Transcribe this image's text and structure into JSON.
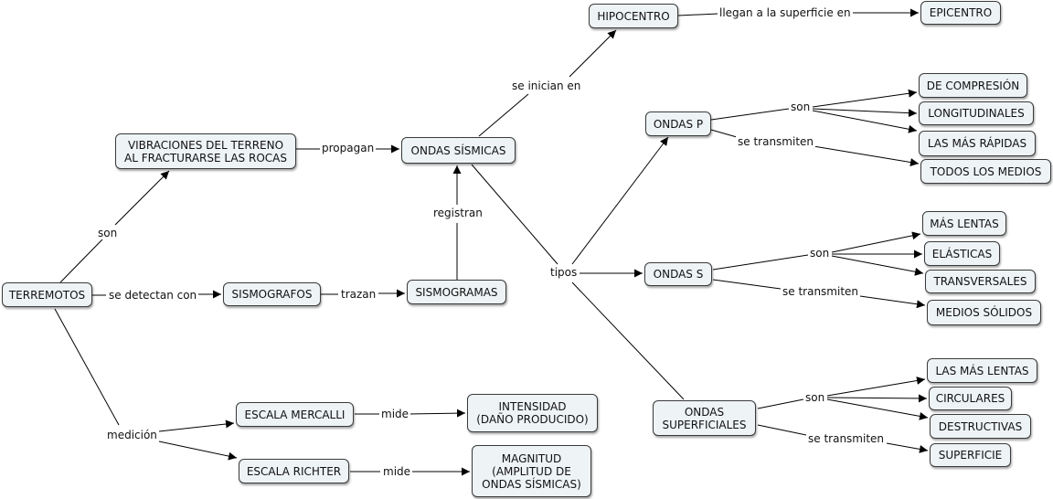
{
  "concepts": {
    "terremotos": "TERREMOTOS",
    "vibraciones": "VIBRACIONES DEL TERRENO\nAL FRACTURARSE LAS ROCAS",
    "ondas_sismicas": "ONDAS SÍSMICAS",
    "hipocentro": "HIPOCENTRO",
    "epicentro": "EPICENTRO",
    "sismografos": "SISMOGRAFOS",
    "sismogramas": "SISMOGRAMAS",
    "escala_mercalli": "ESCALA MERCALLI",
    "escala_richter": "ESCALA RICHTER",
    "intensidad": "INTENSIDAD\n(DAÑO PRODUCIDO)",
    "magnitud": "MAGNITUD\n(AMPLITUD DE\nONDAS SÍSMICAS)",
    "ondas_p": "ONDAS P",
    "ondas_s": "ONDAS S",
    "ondas_superficiales": "ONDAS\nSUPERFICIALES",
    "de_compresion": "DE COMPRESIÓN",
    "longitudinales": "LONGITUDINALES",
    "las_mas_rapidas": "LAS MÁS RÁPIDAS",
    "todos_los_medios": "TODOS LOS MEDIOS",
    "mas_lentas": "MÁS LENTAS",
    "elasticas": "ELÁSTICAS",
    "transversales": "TRANSVERSALES",
    "medios_solidos": "MEDIOS SÓLIDOS",
    "las_mas_lentas": "LAS MÁS LENTAS",
    "circulares": "CIRCULARES",
    "destructivas": "DESTRUCTIVAS",
    "superficie": "SUPERFICIE"
  },
  "link_labels": {
    "son_main": "son",
    "se_detectan_con": "se detectan con",
    "medicion": "medición",
    "propagan": "propagan",
    "se_inician_en": "se inician en",
    "llegan": "llegan a la superficie en",
    "trazan": "trazan",
    "registran": "registran",
    "tipos": "tipos",
    "mide_1": "mide",
    "mide_2": "mide",
    "son_p": "son",
    "se_transmiten_p": "se transmiten",
    "son_s": "son",
    "se_transmiten_s": "se transmiten",
    "son_sup": "son",
    "se_transmiten_sup": "se transmiten"
  },
  "colors": {
    "node_fill": "#eef3f6",
    "node_border": "#3a3a3a",
    "line": "#000000"
  }
}
